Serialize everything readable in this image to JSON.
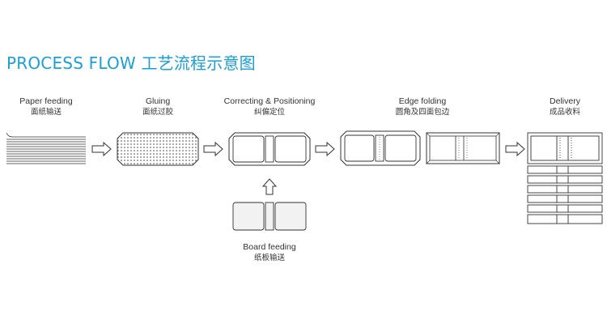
{
  "title": "PROCESS FLOW 工艺流程示意图",
  "colors": {
    "title": "#1a9fd8",
    "line": "#333333",
    "arrow_fill": "#ffffff",
    "paper_fill": "#f4f4f4"
  },
  "steps": [
    {
      "en": "Paper feeding",
      "zh": "面纸输送"
    },
    {
      "en": "Gluing",
      "zh": "面纸过胶"
    },
    {
      "en": "Correcting & Positioning",
      "zh": "纠偏定位"
    },
    {
      "en": "Edge folding",
      "zh": "圆角及四面包边"
    },
    {
      "en": "Delivery",
      "zh": "成品收料"
    }
  ],
  "board_feeding": {
    "en": "Board feeding",
    "zh": "纸板输送"
  }
}
